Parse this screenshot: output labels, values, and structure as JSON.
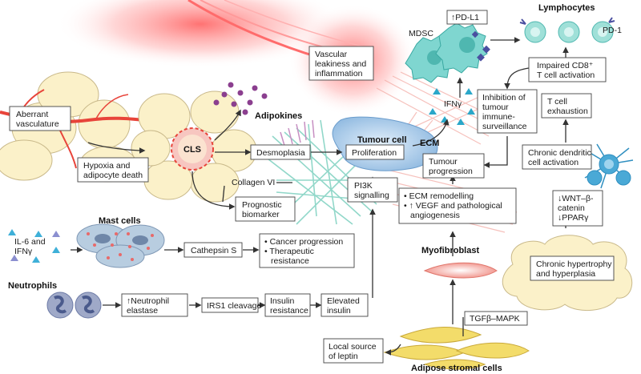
{
  "labels": {
    "aberrant_vasculature": [
      "Aberrant",
      "vasculature"
    ],
    "hypoxia": [
      "Hypoxia and",
      "adipocyte death"
    ],
    "cls": "CLS",
    "adipokines": "Adipokines",
    "desmoplasia": "Desmoplasia",
    "collagen_vi": "Collagen VI",
    "prognostic": [
      "Prognostic",
      "biomarker"
    ],
    "vascular": [
      "Vascular",
      "leakiness and",
      "inflammation"
    ],
    "tumour_cell": "Tumour cell",
    "proliferation": "Proliferation",
    "pi3k": [
      "PI3K",
      "signalling"
    ],
    "ecm": "ECM",
    "tumour_progression": [
      "Tumour",
      "progression"
    ],
    "mdsc": "MDSC",
    "pd_l1": "↑PD-L1",
    "ifng_top": "IFNγ",
    "lymphocytes": "Lymphocytes",
    "pd_1": "PD-1",
    "impaired": [
      "Impaired CD8⁺",
      "T cell activation"
    ],
    "inhibition": [
      "Inhibition of",
      "tumour",
      "immune-",
      "surveillance"
    ],
    "t_exhaustion": [
      "T cell",
      "exhaustion"
    ],
    "chronic_dc": [
      "Chronic dendritic",
      "cell activation"
    ],
    "wnt": [
      "↓WNT–β-",
      "catenin",
      "↓PPARγ"
    ],
    "chronic_hyper": [
      "Chronic hypertrophy",
      "and hyperplasia"
    ],
    "ecm_box": [
      "• ECM remodelling",
      "• ↑ VEGF and pathological",
      "angiogenesis"
    ],
    "myofibroblast": "Myofibroblast",
    "mast_cells": "Mast cells",
    "il6": [
      "IL-6 and",
      "IFNγ"
    ],
    "cathepsin": "Cathepsin S",
    "cancer_box": [
      "• Cancer progression",
      "• Therapeutic",
      "resistance"
    ],
    "neutrophils": "Neutrophils",
    "elastase": [
      "↑Neutrophil",
      "elastase"
    ],
    "irs1": "IRS1 cleavage",
    "insulin_res": [
      "Insulin",
      "resistance"
    ],
    "elevated": [
      "Elevated",
      "insulin"
    ],
    "tgfb": "TGFβ–MAPK",
    "leptin": [
      "Local source",
      "of leptin"
    ],
    "stromal": "Adipose stromal cells"
  },
  "colors": {
    "adipocyte": "#fbf1c9",
    "vessel": "#e8443a",
    "adipokine": "#8b3f8f",
    "tumour": "#9fc4e6",
    "mdsc": "#7fd6d0",
    "t_cell": "#9fe0d8",
    "dendritic": "#4aa9d6",
    "ifn": "#2aa7c9",
    "collagen": "#7ed1c0",
    "ecm": "#f3a7a0",
    "myofibroblast": "#f5a9a3",
    "mast": "#b8cde0",
    "neutrophil": "#9fa9c8",
    "stromal": "#f3dc6a"
  }
}
